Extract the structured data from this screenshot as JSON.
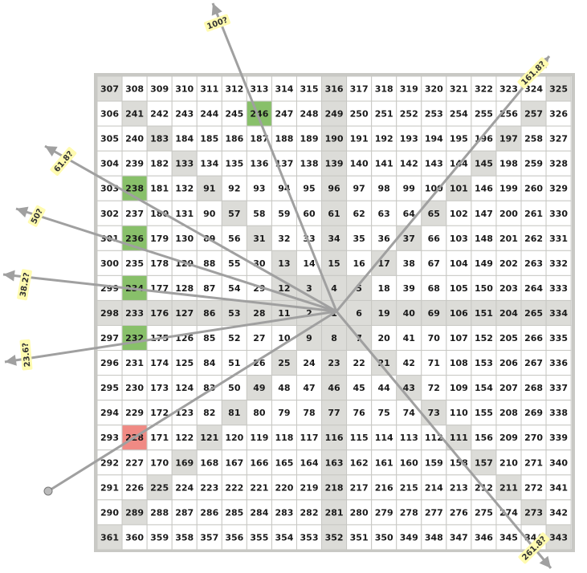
{
  "grid": {
    "rows": [
      [
        307,
        308,
        309,
        310,
        311,
        312,
        313,
        314,
        315,
        316,
        317,
        318,
        319,
        320,
        321,
        322,
        323,
        324,
        325
      ],
      [
        306,
        241,
        242,
        243,
        244,
        245,
        246,
        247,
        248,
        249,
        250,
        251,
        252,
        253,
        254,
        255,
        256,
        257,
        326
      ],
      [
        305,
        240,
        183,
        184,
        185,
        186,
        187,
        188,
        189,
        190,
        191,
        192,
        193,
        194,
        195,
        196,
        197,
        258,
        327
      ],
      [
        304,
        239,
        182,
        133,
        134,
        135,
        136,
        137,
        138,
        139,
        140,
        141,
        142,
        143,
        144,
        145,
        198,
        259,
        328
      ],
      [
        303,
        238,
        181,
        132,
        91,
        92,
        93,
        94,
        95,
        96,
        97,
        98,
        99,
        100,
        101,
        146,
        199,
        260,
        329
      ],
      [
        302,
        237,
        180,
        131,
        90,
        57,
        58,
        59,
        60,
        61,
        62,
        63,
        64,
        65,
        102,
        147,
        200,
        261,
        330
      ],
      [
        301,
        236,
        179,
        130,
        89,
        56,
        31,
        32,
        33,
        34,
        35,
        36,
        37,
        66,
        103,
        148,
        201,
        262,
        331
      ],
      [
        300,
        235,
        178,
        129,
        88,
        55,
        30,
        13,
        14,
        15,
        16,
        17,
        38,
        67,
        104,
        149,
        202,
        263,
        332
      ],
      [
        299,
        234,
        177,
        128,
        87,
        54,
        29,
        12,
        3,
        4,
        5,
        18,
        39,
        68,
        105,
        150,
        203,
        264,
        333
      ],
      [
        298,
        233,
        176,
        127,
        86,
        53,
        28,
        11,
        2,
        1,
        6,
        19,
        40,
        69,
        106,
        151,
        204,
        265,
        334
      ],
      [
        297,
        232,
        175,
        126,
        85,
        52,
        27,
        10,
        9,
        8,
        7,
        20,
        41,
        70,
        107,
        152,
        205,
        266,
        335
      ],
      [
        296,
        231,
        174,
        125,
        84,
        51,
        26,
        25,
        24,
        23,
        22,
        21,
        42,
        71,
        108,
        153,
        206,
        267,
        336
      ],
      [
        295,
        230,
        173,
        124,
        83,
        50,
        49,
        48,
        47,
        46,
        45,
        44,
        43,
        72,
        109,
        154,
        207,
        268,
        337
      ],
      [
        294,
        229,
        172,
        123,
        82,
        81,
        80,
        79,
        78,
        77,
        76,
        75,
        74,
        73,
        110,
        155,
        208,
        269,
        338
      ],
      [
        293,
        228,
        171,
        122,
        121,
        120,
        119,
        118,
        117,
        116,
        115,
        114,
        113,
        112,
        111,
        156,
        209,
        270,
        339
      ],
      [
        292,
        227,
        170,
        169,
        168,
        167,
        166,
        165,
        164,
        163,
        162,
        161,
        160,
        159,
        158,
        157,
        210,
        271,
        340
      ],
      [
        291,
        226,
        225,
        224,
        223,
        222,
        221,
        220,
        219,
        218,
        217,
        216,
        215,
        214,
        213,
        212,
        211,
        272,
        341
      ],
      [
        290,
        289,
        288,
        287,
        286,
        285,
        284,
        283,
        282,
        281,
        280,
        279,
        278,
        277,
        276,
        275,
        274,
        273,
        342
      ],
      [
        361,
        360,
        359,
        358,
        357,
        356,
        355,
        354,
        353,
        352,
        351,
        350,
        349,
        348,
        347,
        346,
        345,
        344,
        343
      ]
    ],
    "gray_numbers": [
      1,
      2,
      3,
      4,
      5,
      6,
      7,
      8,
      9,
      11,
      12,
      13,
      15,
      17,
      19,
      21,
      23,
      25,
      28,
      31,
      34,
      37,
      40,
      43,
      46,
      49,
      53,
      57,
      61,
      65,
      69,
      73,
      77,
      81,
      86,
      91,
      96,
      101,
      106,
      111,
      116,
      121,
      127,
      133,
      139,
      145,
      151,
      157,
      163,
      169,
      176,
      183,
      190,
      197,
      204,
      211,
      218,
      225,
      233,
      241,
      249,
      257,
      265,
      273,
      281,
      289,
      298,
      307,
      316,
      325,
      334,
      343,
      352,
      361
    ],
    "green_numbers": [
      232,
      234,
      236,
      238,
      246
    ],
    "red_numbers": [
      228
    ],
    "colors": {
      "gray": "#dcdcd8",
      "green": "#88c06a",
      "red": "#f08a84",
      "border": "#c8c8c4",
      "ray": "#a0a0a0",
      "label_bg": "#fffbb0"
    }
  },
  "rays": [
    {
      "label": "100?"
    },
    {
      "label": "161.8?"
    },
    {
      "label": "61.8?"
    },
    {
      "label": "50?"
    },
    {
      "label": "38.2?"
    },
    {
      "label": "23.6?"
    },
    {
      "label": "261.8?"
    },
    {
      "label": ""
    }
  ]
}
